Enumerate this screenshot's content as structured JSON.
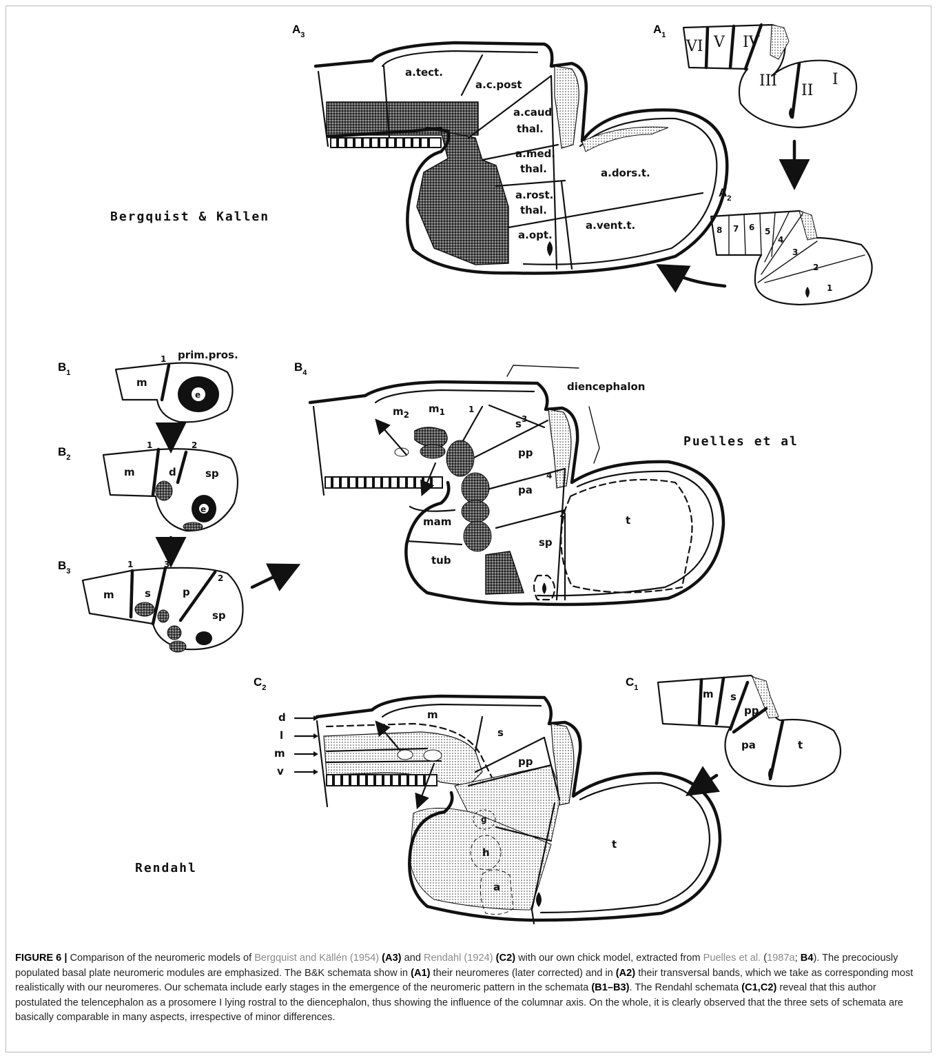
{
  "panels": {
    "A3": {
      "letter": "A",
      "sub": "3"
    },
    "A1": {
      "letter": "A",
      "sub": "1"
    },
    "A2": {
      "letter": "A",
      "sub": "2"
    },
    "B1": {
      "letter": "B",
      "sub": "1"
    },
    "B2": {
      "letter": "B",
      "sub": "2"
    },
    "B3": {
      "letter": "B",
      "sub": "3"
    },
    "B4": {
      "letter": "B",
      "sub": "4"
    },
    "C2": {
      "letter": "C",
      "sub": "2"
    },
    "C1": {
      "letter": "C",
      "sub": "1"
    }
  },
  "authors": {
    "a": "Bergquist & Kallen",
    "b": "Puelles et al",
    "c": "Rendahl"
  },
  "a3_labels": {
    "tect": "a.tect.",
    "cpost": "a.c.post",
    "caud1": "a.caud",
    "caud2": "thal.",
    "med1": "a.med.",
    "med2": "thal.",
    "rost1": "a.rost.",
    "rost2": "thal.",
    "opt": "a.opt.",
    "dors": "a.dors.t.",
    "vent": "a.vent.t."
  },
  "a1_labels": {
    "vi": "VI",
    "v": "V",
    "iv": "IV",
    "iii": "III",
    "ii": "II",
    "i": "I"
  },
  "a2_labels": {
    "n8": "8",
    "n7": "7",
    "n6": "6",
    "n5": "5",
    "n4": "4",
    "n3": "3",
    "n2": "2",
    "n1": "1"
  },
  "b1_labels": {
    "title": "prim.pros.",
    "m": "m",
    "e": "e",
    "one": "1"
  },
  "b2_labels": {
    "m": "m",
    "d": "d",
    "sp": "sp",
    "e": "e",
    "one": "1",
    "two": "2"
  },
  "b3_labels": {
    "m": "m",
    "s": "s",
    "p": "p",
    "sp": "sp",
    "one": "1",
    "three": "3",
    "two": "2"
  },
  "b4_labels": {
    "title": "diencephalon",
    "m2": "m",
    "m2sub": "2",
    "m1": "m",
    "m1sub": "1",
    "s": "s",
    "pp": "pp",
    "pa": "pa",
    "t": "t",
    "sp": "sp",
    "mam": "mam",
    "tub": "tub",
    "one": "1",
    "three": "3",
    "four": "4",
    "two": "2"
  },
  "c2_labels": {
    "d": "d",
    "l": "l",
    "m_band": "m",
    "v": "v",
    "m": "m",
    "s": "s",
    "pp": "pp",
    "g": "g",
    "h": "h",
    "a": "a",
    "t": "t"
  },
  "c1_labels": {
    "m": "m",
    "s": "s",
    "pp": "pp",
    "pa": "pa",
    "t": "t"
  },
  "caption": {
    "fig": "FIGURE 6 |",
    "t1": " Comparison of the neuromeric models of ",
    "ref1": "Bergquist and Källén (1954)",
    "p1": " (A3)",
    "t2": " and ",
    "ref2": "Rendahl (1924)",
    "p2": " (C2)",
    "t3": " with our own chick model, extracted from ",
    "ref3": "Puelles et al.",
    "t4": " (",
    "ref4": "1987a",
    "t5": "; ",
    "p3": "B4",
    "t6": "). The precociously populated basal plate neuromeric modules are emphasized. The B&K schemata show in ",
    "p4": "(A1)",
    "t7": " their neuromeres (later corrected) and in ",
    "p5": "(A2)",
    "t8": " their transversal bands, which we take as corresponding most realistically with our neuromeres. Our schemata include early stages in the emergence of the neuromeric pattern in the schemata ",
    "p6": "(B1–B3)",
    "t9": ". The Rendahl schemata ",
    "p7": "(C1,C2)",
    "t10": " reveal that this author postulated the telencephalon as a prosomere I lying rostral to the diencephalon, thus showing the influence of the columnar axis. On the whole, it is clearly observed that the three sets of schemata are basically comparable in many aspects, irrespective of minor differences."
  }
}
